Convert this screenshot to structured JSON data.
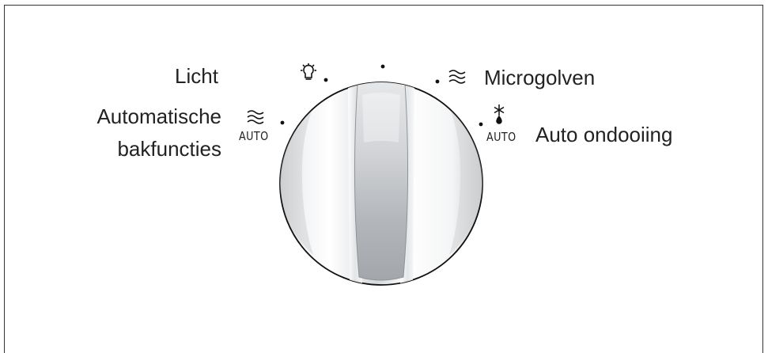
{
  "labels": {
    "light": "Licht",
    "microwave": "Microgolven",
    "auto_cooking_line1": "Automatische",
    "auto_cooking_line2": "bakfuncties",
    "auto_defrost": "Auto ondooiing",
    "auto_tag_left": "AUTO",
    "auto_tag_right": "AUTO"
  },
  "icons": {
    "light": "bulb-icon",
    "microwave": "microwave-waves-icon",
    "auto_cooking": "microwave-waves-icon",
    "auto_defrost": "snowflake-drop-icon"
  },
  "colors": {
    "text": "#222222",
    "frame": "#333333",
    "knob_grip": "#a9acb1"
  }
}
